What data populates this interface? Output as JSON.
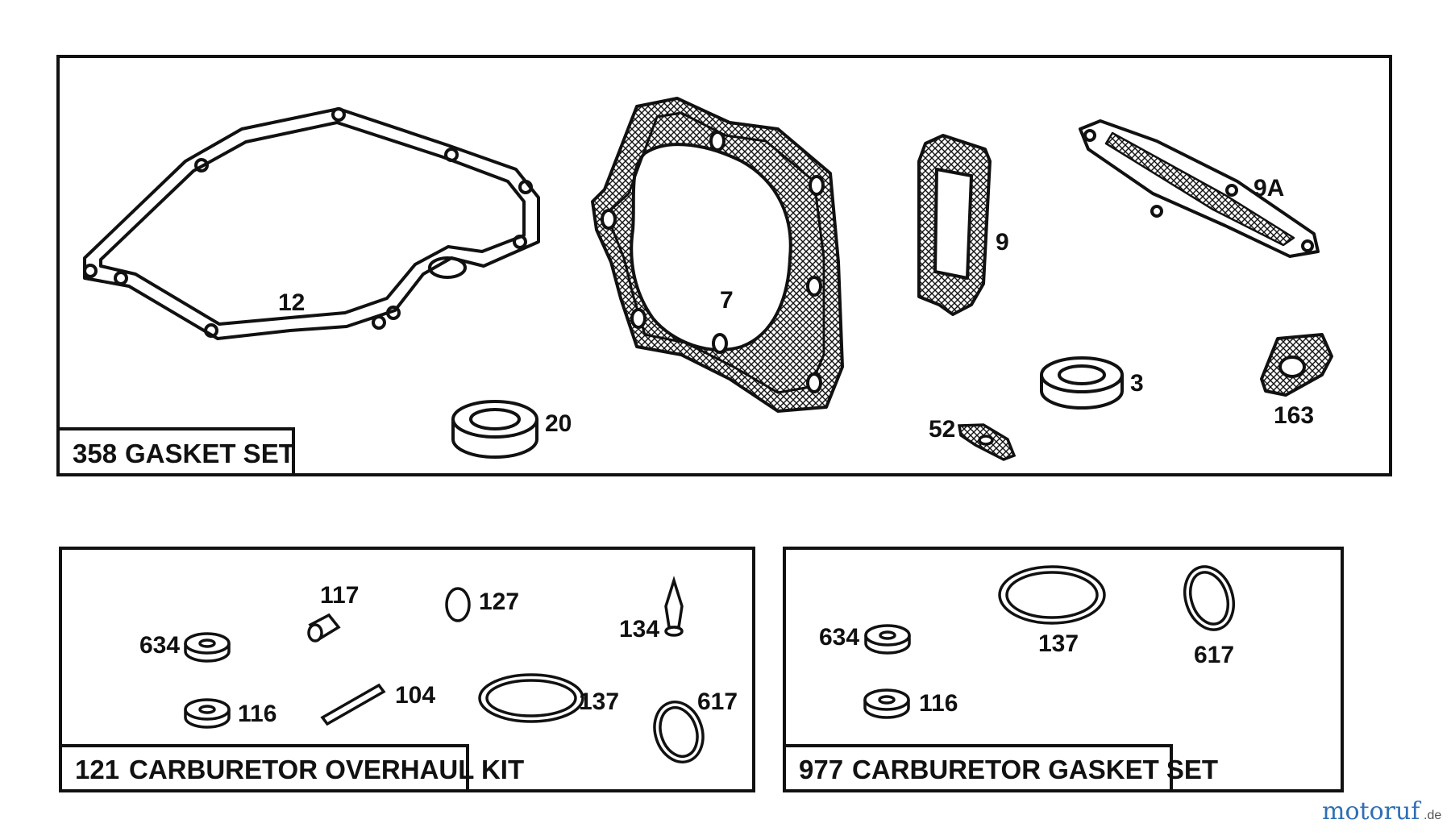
{
  "panels": {
    "gasket_set": {
      "number": "358",
      "name": "GASKET SET"
    },
    "overhaul_kit": {
      "number": "121",
      "name": "CARBURETOR OVERHAUL KIT"
    },
    "carb_gasket_set": {
      "number": "977",
      "name": "CARBURETOR GASKET SET"
    }
  },
  "callouts": {
    "gasket_set": {
      "p12": "12",
      "p7": "7",
      "p9": "9",
      "p9a": "9A",
      "p20": "20",
      "p3": "3",
      "p163": "163",
      "p52": "52"
    },
    "overhaul_kit": {
      "p117": "117",
      "p127": "127",
      "p134": "134",
      "p634": "634",
      "p116": "116",
      "p104": "104",
      "p137": "137",
      "p617": "617"
    },
    "carb_gasket_set": {
      "p634": "634",
      "p137": "137",
      "p617": "617",
      "p116": "116"
    }
  },
  "watermark": {
    "brand": "motoruf",
    "suffix": ".de"
  },
  "colors": {
    "line": "#111111",
    "background": "#ffffff"
  }
}
